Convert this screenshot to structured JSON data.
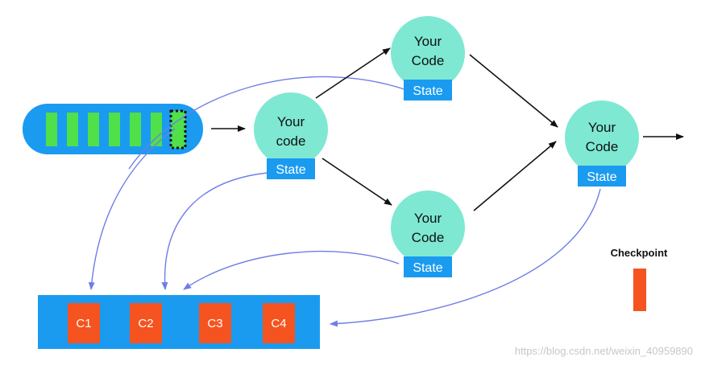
{
  "colors": {
    "node_fill": "#7ee8d3",
    "state_fill": "#1a9bf0",
    "queue_fill": "#1a9bf0",
    "queue_item": "#4fe04a",
    "checkpoint": "#f5531f",
    "data_arrow": "#111111",
    "snapshot_arrow": "#6f7ee6"
  },
  "nodes": {
    "source": {
      "line1": "Your",
      "line2": "code",
      "state": "State"
    },
    "top": {
      "line1": "Your",
      "line2": "Code",
      "state": "State"
    },
    "bottom": {
      "line1": "Your",
      "line2": "Code",
      "state": "State"
    },
    "sink": {
      "line1": "Your",
      "line2": "Code",
      "state": "State"
    }
  },
  "checkpoints": [
    "C1",
    "C2",
    "C3",
    "C4"
  ],
  "legend": {
    "label": "Checkpoint"
  },
  "watermark": "https://blog.csdn.net/weixin_40959890"
}
